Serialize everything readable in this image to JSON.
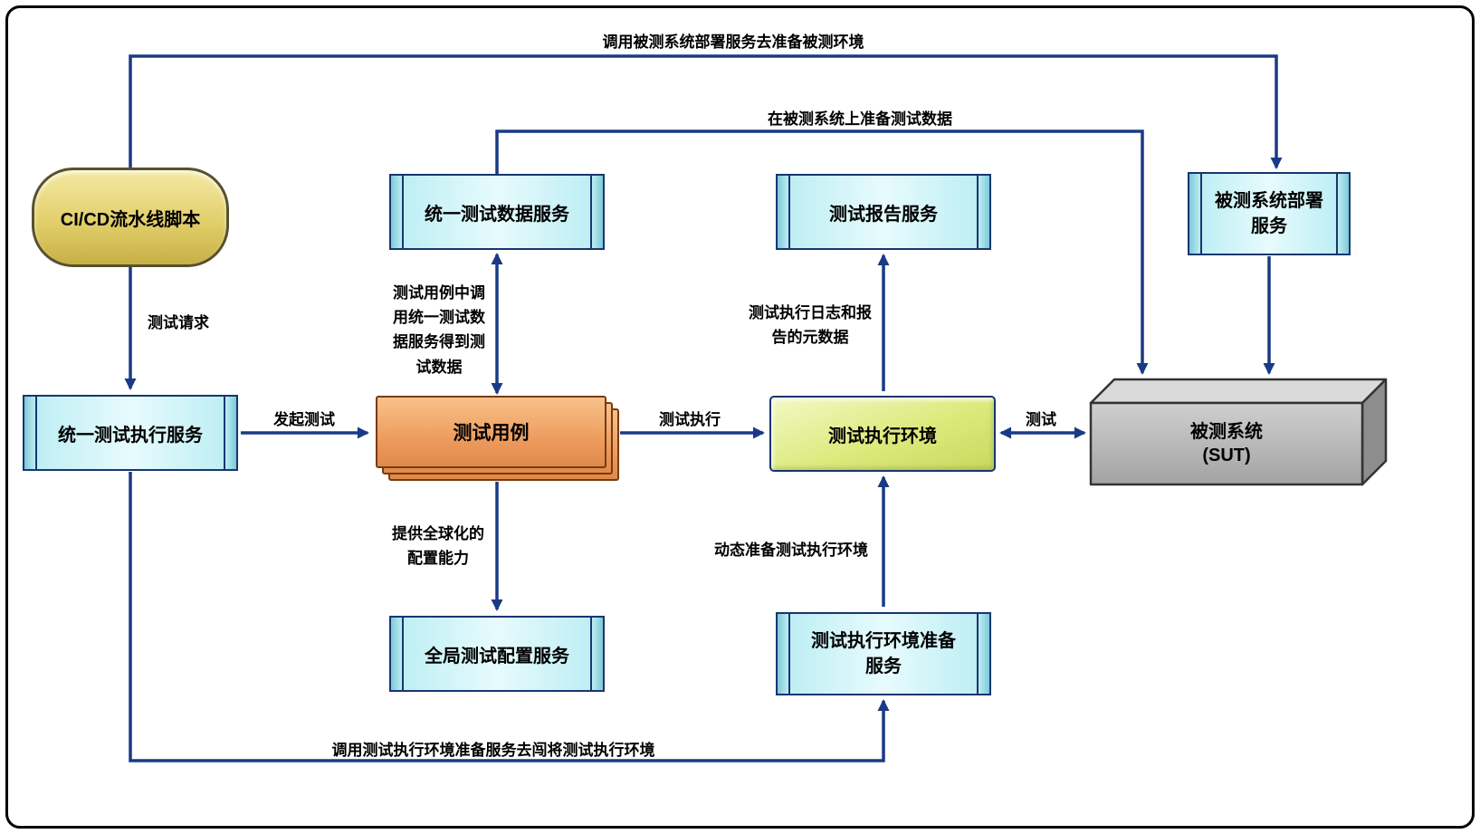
{
  "nodes": {
    "cicd": {
      "label": "CI/CD流水线脚本"
    },
    "unified_exec": {
      "label": "统一测试执行服务"
    },
    "unified_data": {
      "label": "统一测试数据服务"
    },
    "test_report": {
      "label": "测试报告服务"
    },
    "sut_deploy": {
      "label": "被测系统部署服务"
    },
    "test_case": {
      "label": "测试用例"
    },
    "exec_env": {
      "label": "测试执行环境"
    },
    "global_config": {
      "label": "全局测试配置服务"
    },
    "env_prep": {
      "label": "测试执行环境准备服务"
    },
    "sut": {
      "label": "被测系统",
      "sublabel": "(SUT)"
    }
  },
  "edges": {
    "deploy_env": {
      "label": "调用被测系统部署服务去准备被测环境"
    },
    "prepare_data": {
      "label": "在被测系统上准备测试数据"
    },
    "test_request": {
      "label": "测试请求"
    },
    "initiate_test": {
      "label": "发起测试"
    },
    "get_test_data": {
      "label": "测试用例中调用统一测试数据服务得到测试数据"
    },
    "test_exec": {
      "label": "测试执行"
    },
    "report_meta": {
      "label": "测试执行日志和报告的元数据"
    },
    "test": {
      "label": "测试"
    },
    "global_capability": {
      "label": "提供全球化的配置能力"
    },
    "dynamic_prepare": {
      "label": "动态准备测试执行环境"
    },
    "call_env_prep": {
      "label": "调用测试执行环境准备服务去闯将测试执行环境"
    }
  },
  "colors": {
    "arrow_navy": "#1a3a85",
    "service_cyan": "#cdf1f6",
    "pipeline_yellow": "#e2cf6b",
    "testcase_orange": "#ed9c5e",
    "env_green": "#dcea7d",
    "sut_gray": "#bcbcbc",
    "border_black": "#000000"
  }
}
